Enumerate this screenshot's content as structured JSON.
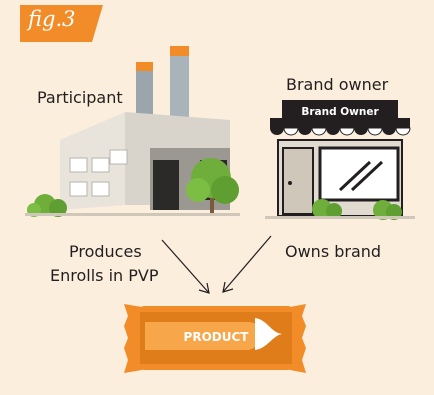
{
  "figure": {
    "tag": "fig.3"
  },
  "participant": {
    "label": "Participant"
  },
  "brand_owner": {
    "label": "Brand owner",
    "sign_text": "Brand Owner"
  },
  "relations": {
    "produces": "Produces",
    "enrolls": "Enrolls in PVP",
    "owns": "Owns brand"
  },
  "product": {
    "label": "PRODUCT"
  },
  "colors": {
    "background": "#fbeedd",
    "accent_orange": "#f28c28",
    "dark": "#231f20",
    "tree_green": "#6fae3b"
  },
  "icons": [
    "factory-icon",
    "storefront-icon",
    "tree-icon",
    "product-wrapper-icon",
    "arrow-icon"
  ]
}
